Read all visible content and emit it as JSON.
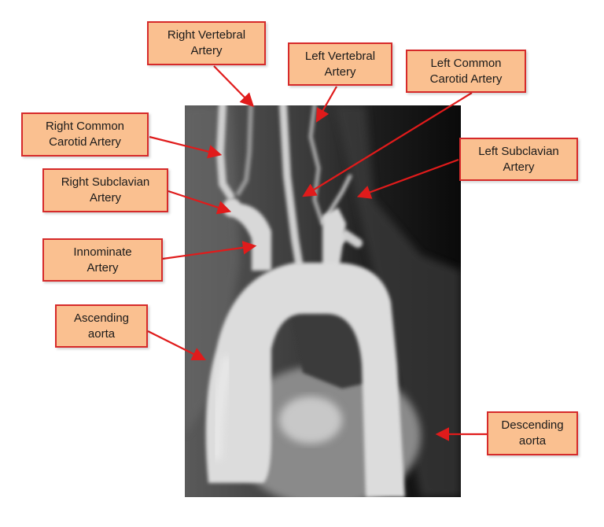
{
  "figure": {
    "description": "MRA maximum intensity projection of the aortic arch and branches with anatomical labels",
    "arrow_color": "#e01b1b",
    "label_fill": "#fac090",
    "label_border": "#d62a2a"
  },
  "labels": [
    {
      "id": "right-vertebral-artery",
      "text": "Right Vertebral\nArtery"
    },
    {
      "id": "left-vertebral-artery",
      "text": "Left Vertebral\nArtery"
    },
    {
      "id": "left-common-carotid-artery",
      "text": "Left Common\nCarotid Artery"
    },
    {
      "id": "right-common-carotid-artery",
      "text": "Right Common\nCarotid Artery"
    },
    {
      "id": "left-subclavian-artery",
      "text": "Left Subclavian\nArtery"
    },
    {
      "id": "right-subclavian-artery",
      "text": "Right Subclavian\nArtery"
    },
    {
      "id": "innominate-artery",
      "text": "Innominate\nArtery"
    },
    {
      "id": "ascending-aorta",
      "text": "Ascending\naorta"
    },
    {
      "id": "descending-aorta",
      "text": "Descending\naorta"
    }
  ]
}
